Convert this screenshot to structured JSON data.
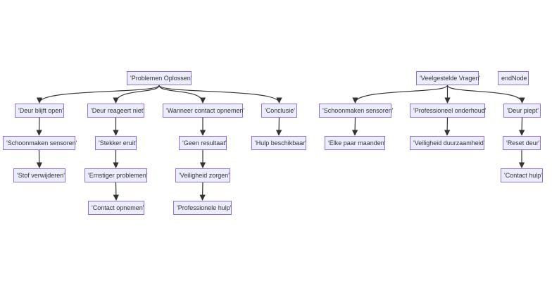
{
  "colors": {
    "node_fill": "#ececff",
    "node_border": "#9370db",
    "edge": "#333333",
    "text": "#333333"
  },
  "nodes": {
    "problemen": "'Problemen Oplossen'",
    "deur_open": "'Deur blijft open'",
    "schoonmaken1": "'Schoonmaken sensoren'",
    "stof": "'Stof verwijderen'",
    "deur_reageert": "'Deur reageert niet'",
    "stekker": "'Stekker eruit'",
    "ernstiger": "'Ernstiger problemen'",
    "contact_opnemen": "'Contact opnemen'",
    "wanneer": "'Wanneer contact opnemen'",
    "geen_resultaat": "'Geen resultaat'",
    "veiligheid_zorgen": "'Veiligheid zorgen'",
    "professionele_hulp": "'Professionele hulp'",
    "conclusie": "'Conclusie'",
    "hulp_beschikbaar": "'Hulp beschikbaar'",
    "veelgestelde": "'Veelgestelde Vragen'",
    "schoonmaken2": "'Schoonmaken sensoren'",
    "elke_paar": "'Elke paar maanden'",
    "prof_onderhoud": "'Professioneel onderhoud'",
    "veiligheid_duurzaamheid": "'Veiligheid duurzaamheid'",
    "deur_piept": "'Deur piept'",
    "reset_deur": "'Reset deur'",
    "contact_hulp": "'Contact hulp'",
    "end_node": "endNode"
  },
  "edges": [
    [
      "problemen",
      "deur_open"
    ],
    [
      "problemen",
      "deur_reageert"
    ],
    [
      "problemen",
      "wanneer"
    ],
    [
      "problemen",
      "conclusie"
    ],
    [
      "deur_open",
      "schoonmaken1"
    ],
    [
      "schoonmaken1",
      "stof"
    ],
    [
      "deur_reageert",
      "stekker"
    ],
    [
      "stekker",
      "ernstiger"
    ],
    [
      "ernstiger",
      "contact_opnemen"
    ],
    [
      "wanneer",
      "geen_resultaat"
    ],
    [
      "geen_resultaat",
      "veiligheid_zorgen"
    ],
    [
      "veiligheid_zorgen",
      "professionele_hulp"
    ],
    [
      "conclusie",
      "hulp_beschikbaar"
    ],
    [
      "veelgestelde",
      "schoonmaken2"
    ],
    [
      "veelgestelde",
      "prof_onderhoud"
    ],
    [
      "veelgestelde",
      "deur_piept"
    ],
    [
      "schoonmaken2",
      "elke_paar"
    ],
    [
      "prof_onderhoud",
      "veiligheid_duurzaamheid"
    ],
    [
      "deur_piept",
      "reset_deur"
    ],
    [
      "reset_deur",
      "contact_hulp"
    ]
  ]
}
